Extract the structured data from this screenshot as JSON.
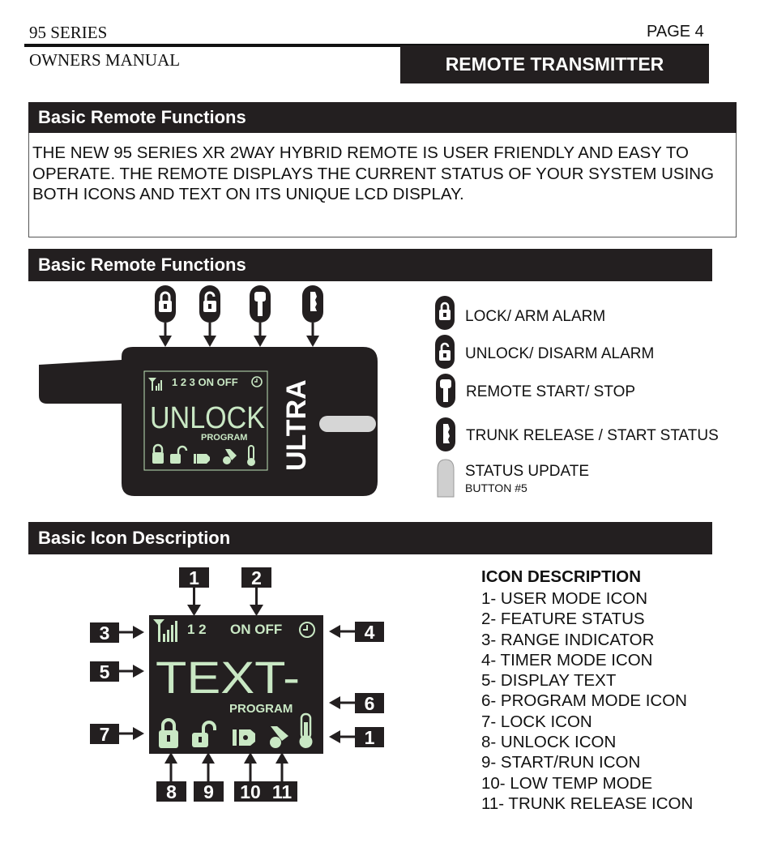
{
  "header": {
    "series": "95 SERIES",
    "page": "PAGE 4",
    "manual": "OWNERS MANUAL",
    "section": "REMOTE TRANSMITTER"
  },
  "section1": {
    "title": "Basic Remote Functions",
    "body": "THE NEW 95 SERIES XR 2WAY HYBRID REMOTE IS USER FRIENDLY AND EASY TO OPERATE. THE REMOTE DISPLAYS THE CURRENT STATUS OF YOUR SYSTEM USING BOTH ICONS AND TEXT ON ITS UNIQUE LCD DISPLAY."
  },
  "section2": {
    "title": "Basic Remote Functions",
    "remote": {
      "lcd_top": "1 2 3  ON OFF",
      "lcd_text": "UNLOCK",
      "lcd_program": "PROGRAM",
      "brand": "ULTRA"
    },
    "legend": [
      {
        "icon": "lock-icon",
        "label": "LOCK/ ARM ALARM"
      },
      {
        "icon": "unlock-icon",
        "label": "UNLOCK/ DISARM ALARM"
      },
      {
        "icon": "key-icon",
        "label": "REMOTE START/ STOP"
      },
      {
        "icon": "trunk-icon",
        "label": "TRUNK RELEASE / START STATUS"
      },
      {
        "icon": "status-button-icon",
        "label": "STATUS UPDATE",
        "sublabel": "BUTTON #5"
      }
    ]
  },
  "section3": {
    "title": "Basic Icon Description",
    "lcd": {
      "users": "1 2",
      "onoff": "ON OFF",
      "text": "TEXT-",
      "program": "PROGRAM"
    },
    "callouts": {
      "top": [
        "1",
        "2"
      ],
      "left": [
        "3",
        "5",
        "7"
      ],
      "right": [
        "4",
        "6",
        "1"
      ],
      "bottom": [
        "8",
        "9",
        "10",
        "11"
      ]
    },
    "description_title": "ICON DESCRIPTION",
    "descriptions": [
      "1- USER MODE ICON",
      "2- FEATURE STATUS",
      "3- RANGE INDICATOR",
      "4- TIMER MODE ICON",
      "5- DISPLAY TEXT",
      "6- PROGRAM MODE ICON",
      "7- LOCK ICON",
      "8- UNLOCK ICON",
      "9- START/RUN ICON",
      "10- LOW TEMP MODE",
      "11- TRUNK RELEASE ICON"
    ]
  },
  "colors": {
    "dark": "#231f20",
    "lcd_green": "#c9e8c4"
  }
}
